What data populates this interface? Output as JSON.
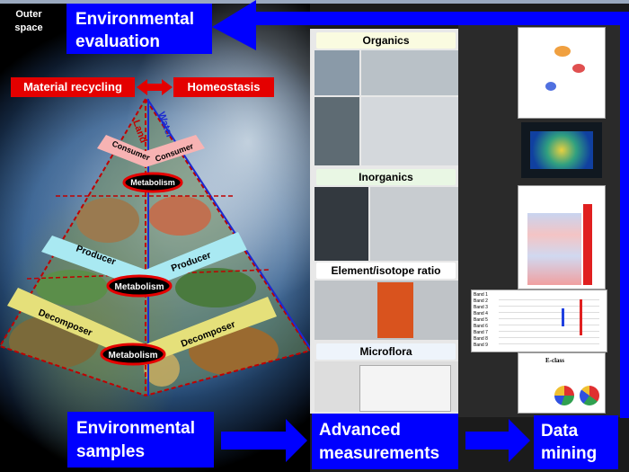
{
  "outer_space": {
    "line1": "Outer",
    "line2": "space"
  },
  "env_eval": {
    "line1": "Environmental",
    "line2": "evaluation"
  },
  "env_samples": {
    "line1": "Environmental",
    "line2": "samples"
  },
  "adv_meas": {
    "line1": "Advanced",
    "line2": "measurements"
  },
  "data_mining": {
    "line1": "Data",
    "line2": "mining"
  },
  "material_recycling": "Material recycling",
  "homeostasis": "Homeostasis",
  "land": "Land",
  "water": "Water",
  "consumer_left": "Consumer",
  "consumer_right": "Consumer",
  "producer_left": "Producer",
  "producer_right": "Producer",
  "decomposer_left": "Decomposer",
  "decomposer_right": "Decomposer",
  "metabolism": [
    "Metabolism",
    "Metabolism",
    "Metabolism"
  ],
  "measurements": [
    "Organics",
    "Inorganics",
    "Element/isotope ratio",
    "Microflora"
  ],
  "heatmap_bands": [
    "Band 1",
    "Band 2",
    "Band 3",
    "Band 4",
    "Band 5",
    "Band 6",
    "Band 7",
    "Band 8",
    "Band 9"
  ],
  "colors": {
    "blue": "#0000ff",
    "red": "#e40000",
    "consumer_pink": "#f7b3b3",
    "producer_cyan": "#a9e9f2",
    "decomposer_yellow": "#e5e07a"
  }
}
